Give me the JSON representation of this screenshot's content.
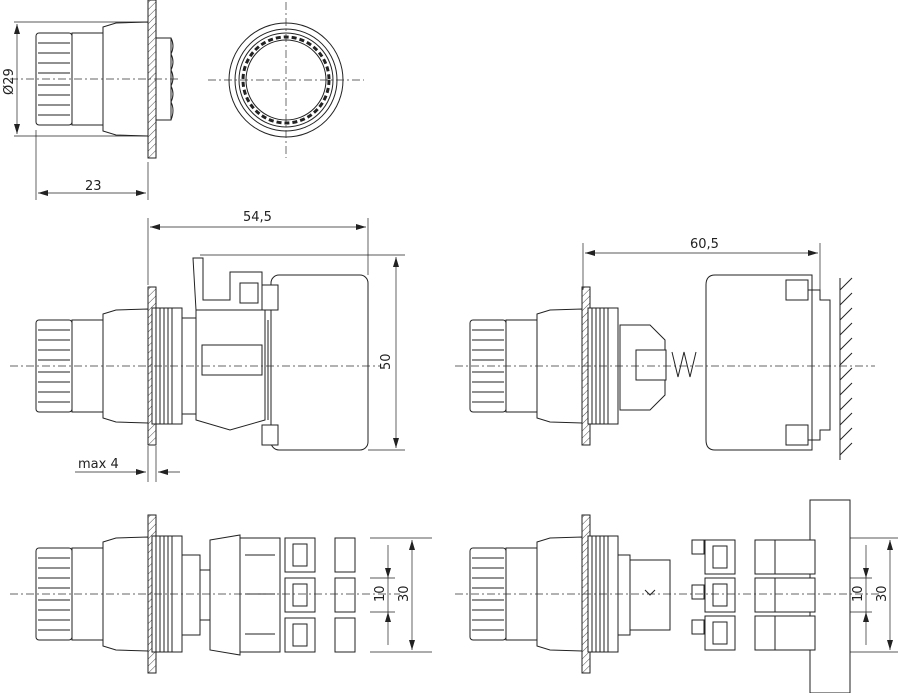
{
  "dimensions": {
    "diameter": "Ø29",
    "depth_front": "23",
    "overall_length": "54,5",
    "height": "50",
    "panel_thickness": "max 4",
    "rail_length": "60,5",
    "pitch_left": "10",
    "width_left": "30",
    "pitch_right": "10",
    "width_right": "30"
  },
  "colors": {
    "line": "#222222",
    "background": "#ffffff"
  }
}
